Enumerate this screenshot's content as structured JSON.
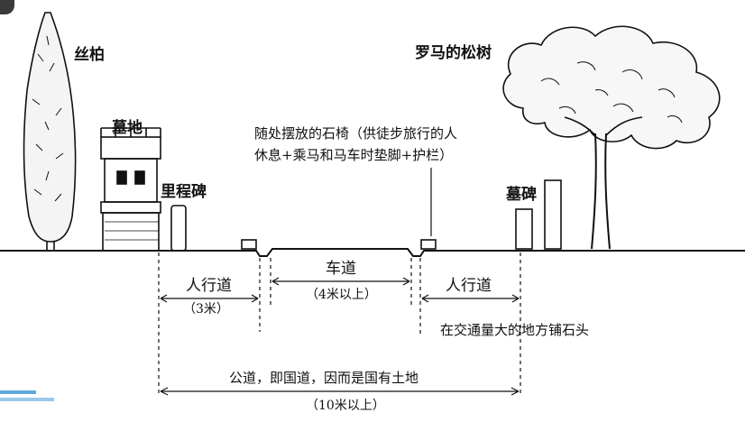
{
  "labels": {
    "cypress": "丝柏",
    "tomb": "墓地",
    "milestone": "里程碑",
    "pine": "罗马的松树",
    "gravestone": "墓碑",
    "bench_note_line1": "随处摆放的石椅（供徒步旅行的人",
    "bench_note_line2": "休息+乘马和马车时垫脚+护栏）",
    "sidewalk_left": "人行道",
    "sidewalk_left_width": "（3米）",
    "roadway": "车道",
    "roadway_width": "（4米以上）",
    "sidewalk_right": "人行道",
    "paving_note": "在交通量大的地方铺石头",
    "public_road": "公道，即国道，因而是国有土地",
    "total_width": "（10米以上）"
  }
}
